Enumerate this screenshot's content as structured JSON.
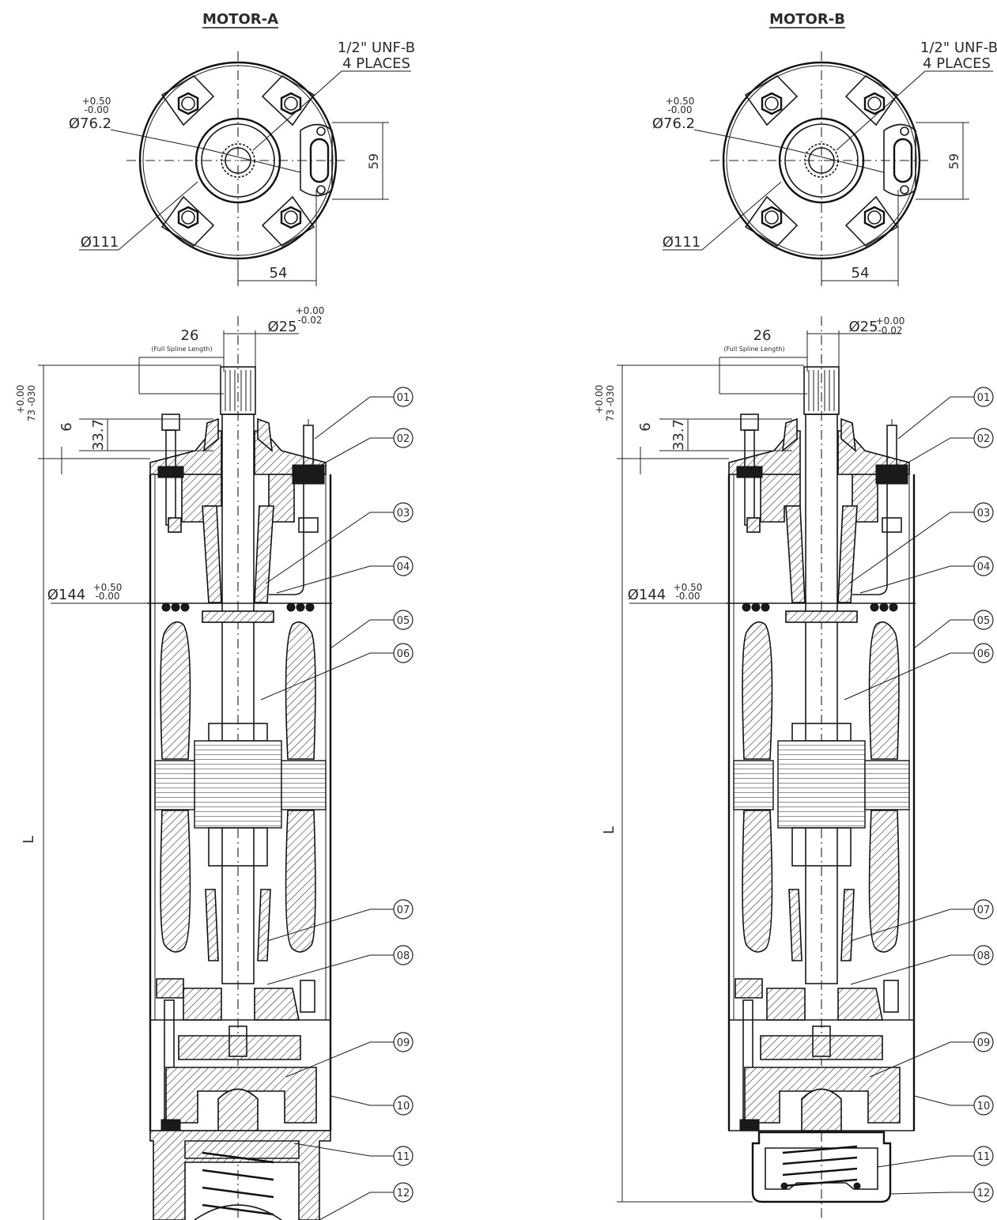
{
  "titles": {
    "a": "MOTOR-A",
    "b": "MOTOR-B"
  },
  "top_view": {
    "thread_line1": "1/2\" UNF-B",
    "thread_line2": "4 PLACES",
    "pilot_tol_upper": "+0.50",
    "pilot_tol_lower": "-0.00",
    "pilot_dia": "Ø76.2",
    "bolt_circle": "Ø111",
    "height_dim": "59",
    "offset_dim": "54"
  },
  "side_view": {
    "spline_len": "26",
    "spline_note": "(Full Spline Length)",
    "shaft_dia": "Ø25",
    "shaft_tol_upper": "+0.00",
    "shaft_tol_lower": "-0.02",
    "length_tol_upper": "+0.00",
    "length_dim": "73 -030",
    "step_dim": "6",
    "stud_dim": "33.7",
    "body_dia": "Ø144",
    "body_tol_upper": "+0.50",
    "body_tol_lower": "-0.00",
    "overall_len": "L"
  },
  "callouts": [
    "01",
    "02",
    "03",
    "04",
    "05",
    "06",
    "07",
    "08",
    "09",
    "10",
    "11",
    "12"
  ],
  "colors": {
    "line": "#1a1a1a",
    "text": "#2b2b2b",
    "background": "#ffffff"
  }
}
